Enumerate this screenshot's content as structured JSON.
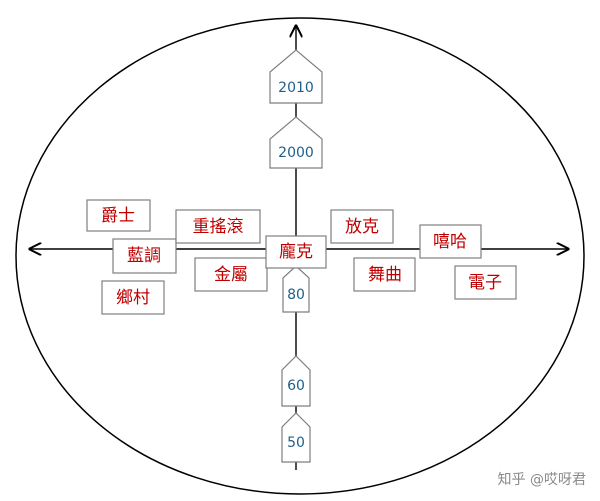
{
  "genres": {
    "jazz": "爵士",
    "blues": "藍調",
    "country": "鄉村",
    "hardrock": "重搖滾",
    "metal": "金屬",
    "punk": "龐克",
    "funk": "放克",
    "dance": "舞曲",
    "hiphop": "嘻哈",
    "electronic": "電子"
  },
  "years": {
    "y2010": "2010",
    "y2000": "2000",
    "y80": "80",
    "y60": "60",
    "y50": "50"
  },
  "watermark": "知乎 @哎呀君",
  "colors": {
    "genre_text": "#c00000",
    "year_text": "#1f5f8b",
    "box_border": "#7f7f7f"
  }
}
